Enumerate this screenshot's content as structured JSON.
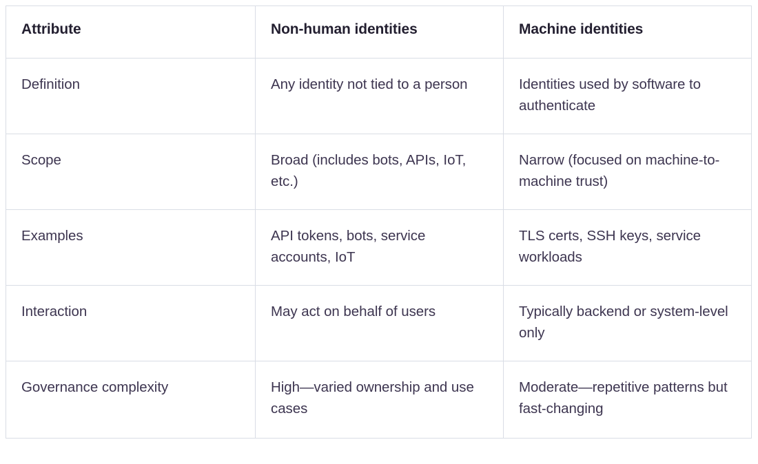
{
  "table": {
    "columns": [
      {
        "key": "attribute",
        "label": "Attribute"
      },
      {
        "key": "non_human",
        "label": "Non-human identities"
      },
      {
        "key": "machine",
        "label": "Machine identities"
      }
    ],
    "rows": [
      {
        "attribute": "Definition",
        "non_human": "Any identity not tied to a person",
        "machine": "Identities used by software to authenticate"
      },
      {
        "attribute": "Scope",
        "non_human": "Broad (includes bots, APIs, IoT, etc.)",
        "machine": "Narrow (focused on machine-to-machine trust)"
      },
      {
        "attribute": "Examples",
        "non_human": "API tokens, bots, service accounts, IoT",
        "machine": "TLS certs, SSH keys, service workloads"
      },
      {
        "attribute": "Interaction",
        "non_human": "May act on behalf of users",
        "machine": "Typically backend or system-level only"
      },
      {
        "attribute": "Governance complexity",
        "non_human": "High—varied ownership and use cases",
        "machine": "Moderate—repetitive patterns but fast-changing"
      }
    ]
  },
  "colors": {
    "border": "#d9dde5",
    "header_text": "#231f30",
    "body_text": "#3d3550",
    "background": "#ffffff"
  }
}
